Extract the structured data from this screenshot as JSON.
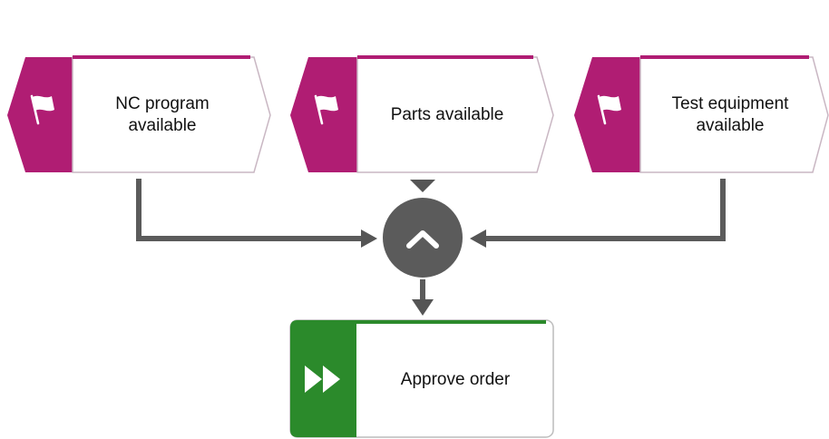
{
  "colors": {
    "event": "#b01d73",
    "function": "#2b8a2b",
    "connector": "#5b5b5b",
    "arrow": "#555555",
    "border": "#c9b7c3"
  },
  "events": [
    {
      "label": "NC program\navailable",
      "icon": "flag-icon"
    },
    {
      "label": "Parts available",
      "icon": "flag-icon"
    },
    {
      "label": "Test equipment\navailable",
      "icon": "flag-icon"
    }
  ],
  "connector": {
    "type": "AND",
    "icon": "caret-up-icon"
  },
  "function": {
    "label": "Approve order",
    "icon": "fast-forward-icon"
  }
}
